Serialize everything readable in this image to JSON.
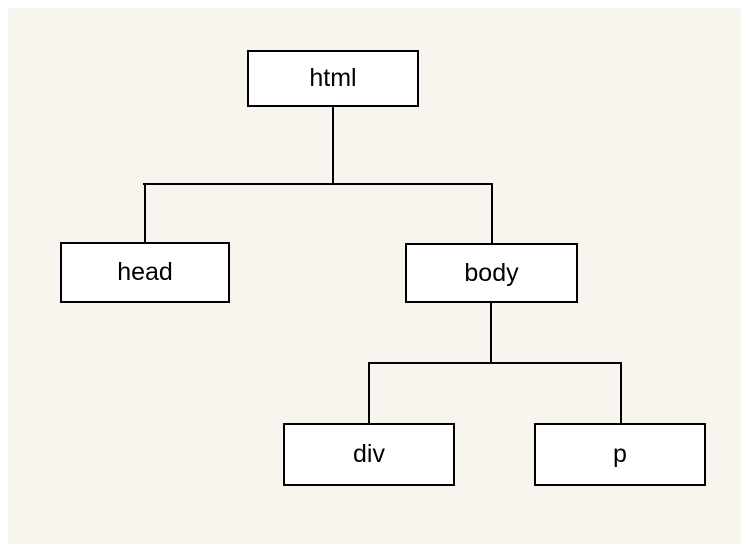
{
  "diagram": {
    "type": "tree",
    "nodes": [
      {
        "id": "html",
        "label": "html"
      },
      {
        "id": "head",
        "label": "head"
      },
      {
        "id": "body",
        "label": "body"
      },
      {
        "id": "div",
        "label": "div"
      },
      {
        "id": "p",
        "label": "p"
      }
    ],
    "edges": [
      {
        "from": "html",
        "to": "head"
      },
      {
        "from": "html",
        "to": "body"
      },
      {
        "from": "body",
        "to": "div"
      },
      {
        "from": "body",
        "to": "p"
      }
    ],
    "colors": {
      "canvas_background": "#f7f5ee",
      "page_margin": "#ffffff",
      "box_fill": "#ffffff",
      "box_border": "#000000",
      "connector_line": "#000000",
      "text": "#000000"
    }
  }
}
